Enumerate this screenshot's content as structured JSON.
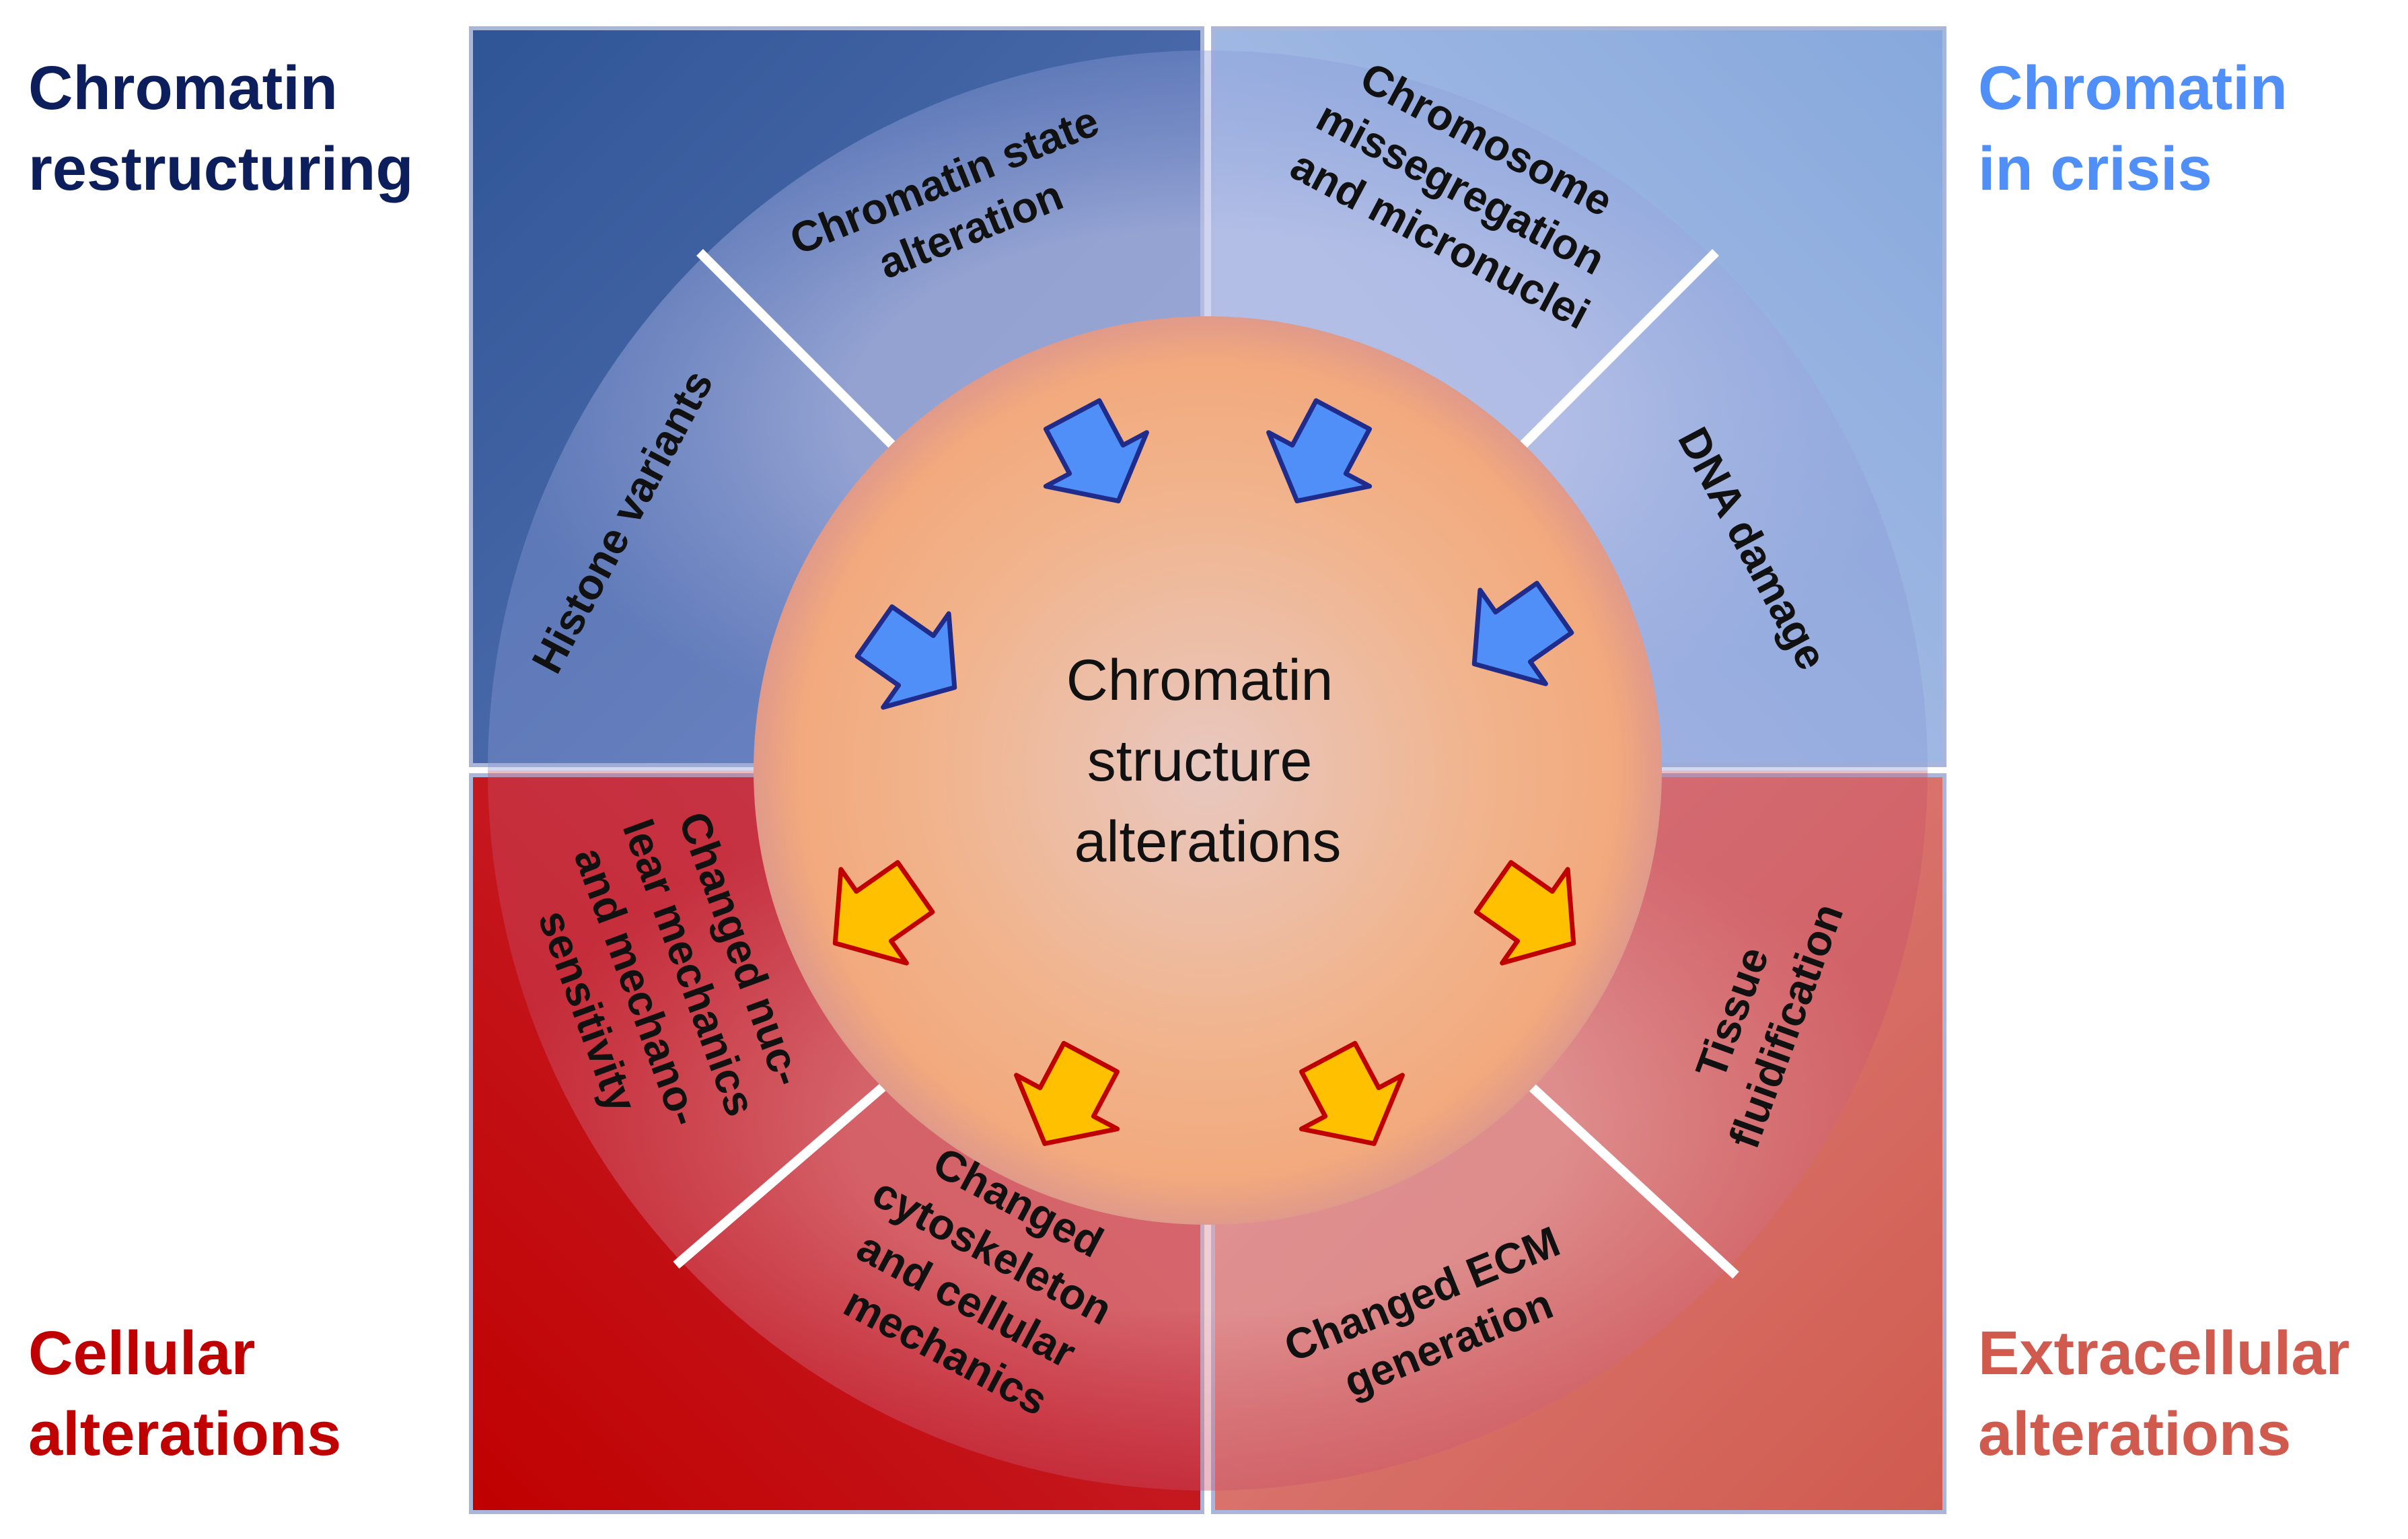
{
  "colors": {
    "blue_dark": "#2f5597",
    "blue_light": "#8eaadc",
    "red_dark": "#c00000",
    "red_light": "#d05a4e",
    "title_blue_dark": "#0c1f5c",
    "title_blue_light": "#4f8ff7",
    "title_red_dark": "#c00000",
    "title_red_light": "#d05a4e",
    "arrow_blue": "#4f8ff7",
    "arrow_yellow": "#ffc000",
    "center_fill": "#f4b183"
  },
  "corners": {
    "top_left": [
      "Chromatin",
      "restructuring"
    ],
    "top_right": [
      "Chromatin",
      "in crisis"
    ],
    "bottom_left": [
      "Cellular",
      "alterations"
    ],
    "bottom_right": [
      "Extracellular",
      "alterations"
    ]
  },
  "segments": {
    "histone_variants": [
      "Histone variants"
    ],
    "chromatin_state": [
      "Chromatin state",
      "alteration"
    ],
    "chromosome_missegregation": [
      "Chromosome",
      "missegregation",
      "and micronuclei"
    ],
    "dna_damage": [
      "DNA damage"
    ],
    "tissue_fluidification": [
      "Tissue",
      "fluidification"
    ],
    "changed_ecm": [
      "Changed ECM",
      "generation"
    ],
    "changed_cytoskeleton": [
      "Changed",
      "cytoskeleton",
      "and cellular",
      "mechanics"
    ],
    "nuclear_mechanics": [
      "Changed nuc-",
      "lear mechanics",
      "and mechano-",
      "sensitivity"
    ]
  },
  "center": [
    "Chromatin",
    "structure",
    "alterations"
  ],
  "arrow_icons": {
    "inward": "blue-arrow-icon",
    "outward": "yellow-arrow-icon"
  }
}
